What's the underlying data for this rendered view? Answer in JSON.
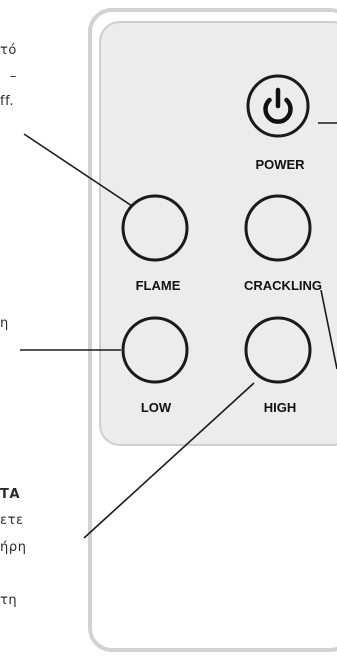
{
  "remote": {
    "buttons": {
      "power": {
        "label": "POWER"
      },
      "flame": {
        "label": "FLAME"
      },
      "crackling": {
        "label": "CRACKLING"
      },
      "low": {
        "label": "LOW"
      },
      "high": {
        "label": "HIGH"
      }
    },
    "colors": {
      "body_fill": "#ffffff",
      "body_outline": "#d2d2d2",
      "panel_fill": "#ececec",
      "panel_outline": "#cfcfcf",
      "button_fill": "#ececec",
      "button_outline": "#1a1a1a",
      "leader_line": "#1a1a1a"
    },
    "power_symbol": "power-icon"
  },
  "cropped_text": {
    "line_1": "τό",
    "line_2": "–",
    "line_3": "ff.",
    "line_4": "η",
    "line_5": "ΤΑ",
    "line_6": "ετε",
    "line_7": "ήρη",
    "line_8": "τη"
  }
}
